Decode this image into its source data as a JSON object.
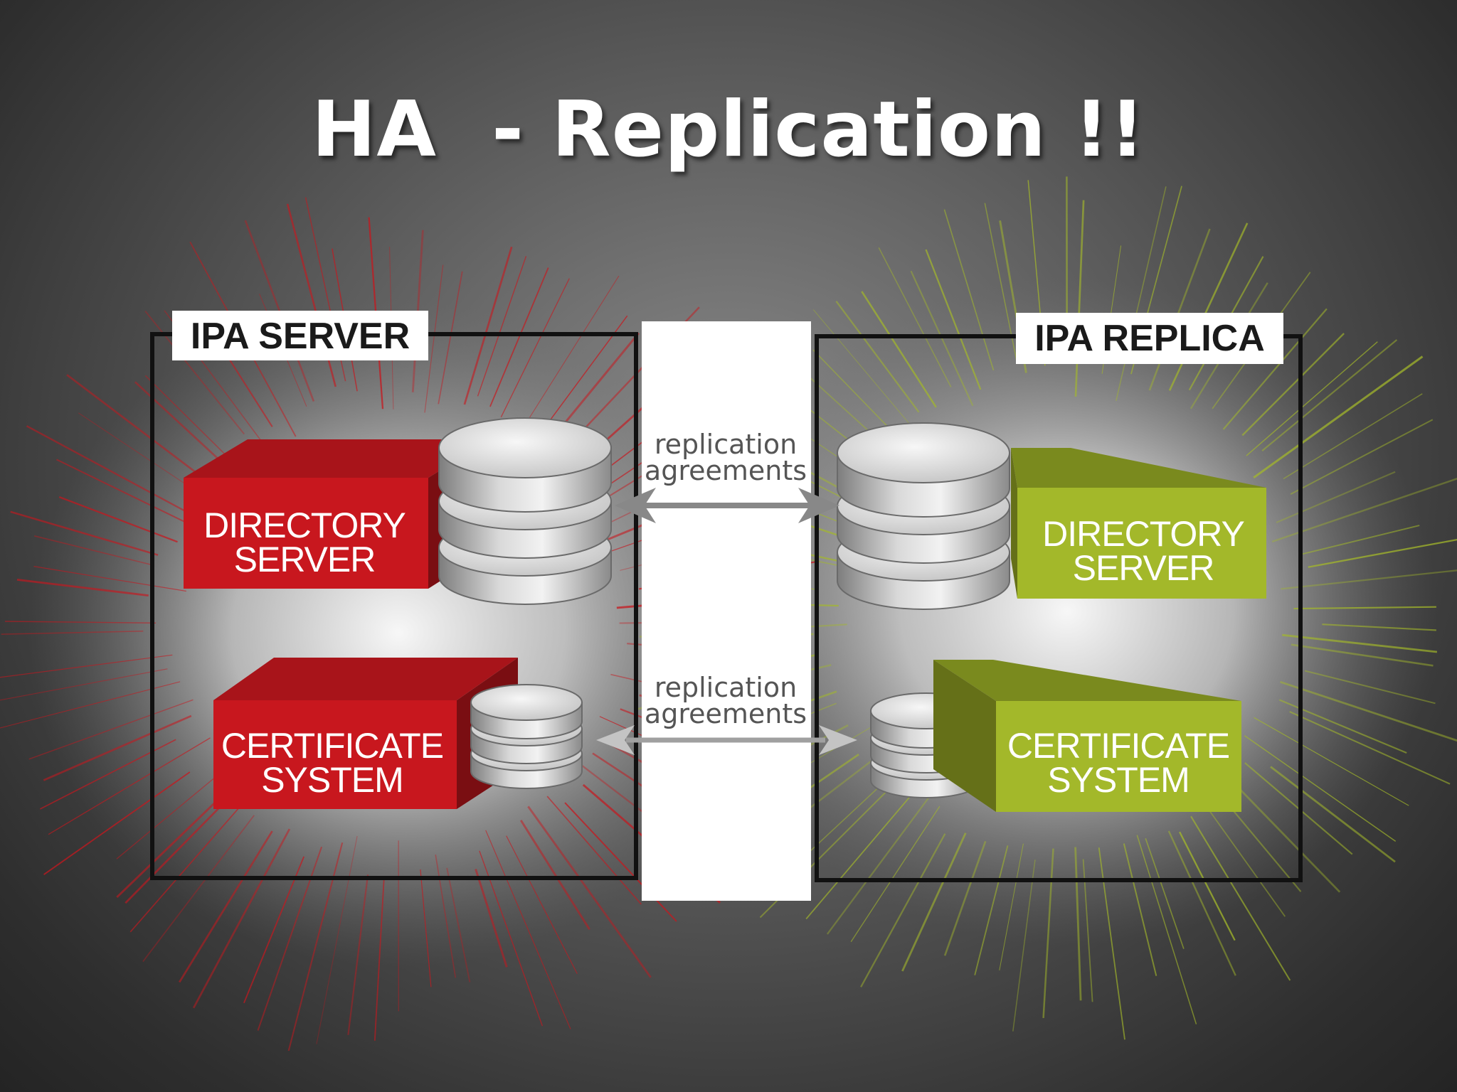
{
  "title": "HA  - Replication !!",
  "server_panel": {
    "label": "IPA SERVER",
    "directory_server": [
      "DIRECTORY",
      "SERVER"
    ],
    "certificate_system": [
      "CERTIFICATE",
      "SYSTEM"
    ],
    "accent_color": "#c8171e"
  },
  "replica_panel": {
    "label": "IPA REPLICA",
    "directory_server": [
      "DIRECTORY",
      "SERVER"
    ],
    "certificate_system": [
      "CERTIFICATE",
      "SYSTEM"
    ],
    "accent_color": "#a3b82a"
  },
  "replication": {
    "top": [
      "replication",
      "agreements"
    ],
    "bottom": [
      "replication",
      "agreements"
    ]
  }
}
